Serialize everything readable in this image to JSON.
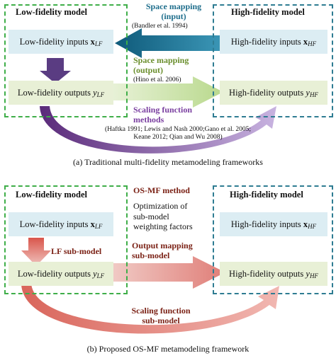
{
  "top": {
    "lf_model_title": "Low-fidelity model",
    "hf_model_title": "High-fidelity model",
    "lf_inputs": "Low-fidelity inputs",
    "lf_inputs_var": "x",
    "lf_inputs_sub": "LF",
    "lf_outputs": "Low-fidelity outputs",
    "lf_outputs_var": "y",
    "lf_outputs_sub": "LF",
    "hf_inputs": "High-fidelity inputs",
    "hf_inputs_var": "x",
    "hf_inputs_sub": "HF",
    "hf_outputs": "High-fidelity outputs",
    "hf_outputs_var": "y",
    "hf_outputs_sub": "HF",
    "space_mapping_input_line1": "Space mapping",
    "space_mapping_input_line2": "(input)",
    "space_mapping_input_cite": "(Bandler et al. 1994)",
    "space_mapping_output_line1": "Space mapping",
    "space_mapping_output_line2": "(output)",
    "space_mapping_output_cite": "(Hino et al. 2006)",
    "scaling_line1": "Scaling function",
    "scaling_line2": "methods",
    "scaling_cite_line1": "(Haftka 1991; Lewis and Nash 2000;Gano et al. 2005;",
    "scaling_cite_line2": "Keane 2012; Qian and Wu 2008)",
    "caption": "(a) Traditional multi-fidelity metamodeling frameworks"
  },
  "bottom": {
    "lf_model_title": "Low-fidelity model",
    "hf_model_title": "High-fidelity model",
    "osmf_method": "OS-MF method",
    "optimization_line1": "Optimization of",
    "optimization_line2": "sub-model",
    "optimization_line3": "weighting factors",
    "lf_inputs": "Low-fidelity inputs",
    "lf_inputs_var": "x",
    "lf_inputs_sub": "LF",
    "lf_outputs": "Low-fidelity outputs",
    "lf_outputs_var": "y",
    "lf_outputs_sub": "LF",
    "hf_inputs": "High-fidelity inputs",
    "hf_inputs_var": "x",
    "hf_inputs_sub": "HF",
    "hf_outputs": "High-fidelity outputs",
    "hf_outputs_var": "y",
    "hf_outputs_sub": "HF",
    "lf_submodel": "LF sub-model",
    "output_mapping_line1": "Output mapping",
    "output_mapping_line2": "sub-model",
    "scaling_line1": "Scaling function",
    "scaling_line2": "sub-model",
    "caption": "(b) Proposed OS-MF metamodeling framework"
  },
  "colors": {
    "lf_border": "#3fae49",
    "hf_border": "#2e7c92",
    "input_box": "#dcedf3",
    "output_box": "#e8f0d6",
    "space_input_arrow": "#1f6e8c",
    "space_output_arrow": "#c7e0a4",
    "scaling_arrow": "#7a3fa0",
    "os_arrow": "#e08f8a",
    "os_text": "#7b2216"
  }
}
